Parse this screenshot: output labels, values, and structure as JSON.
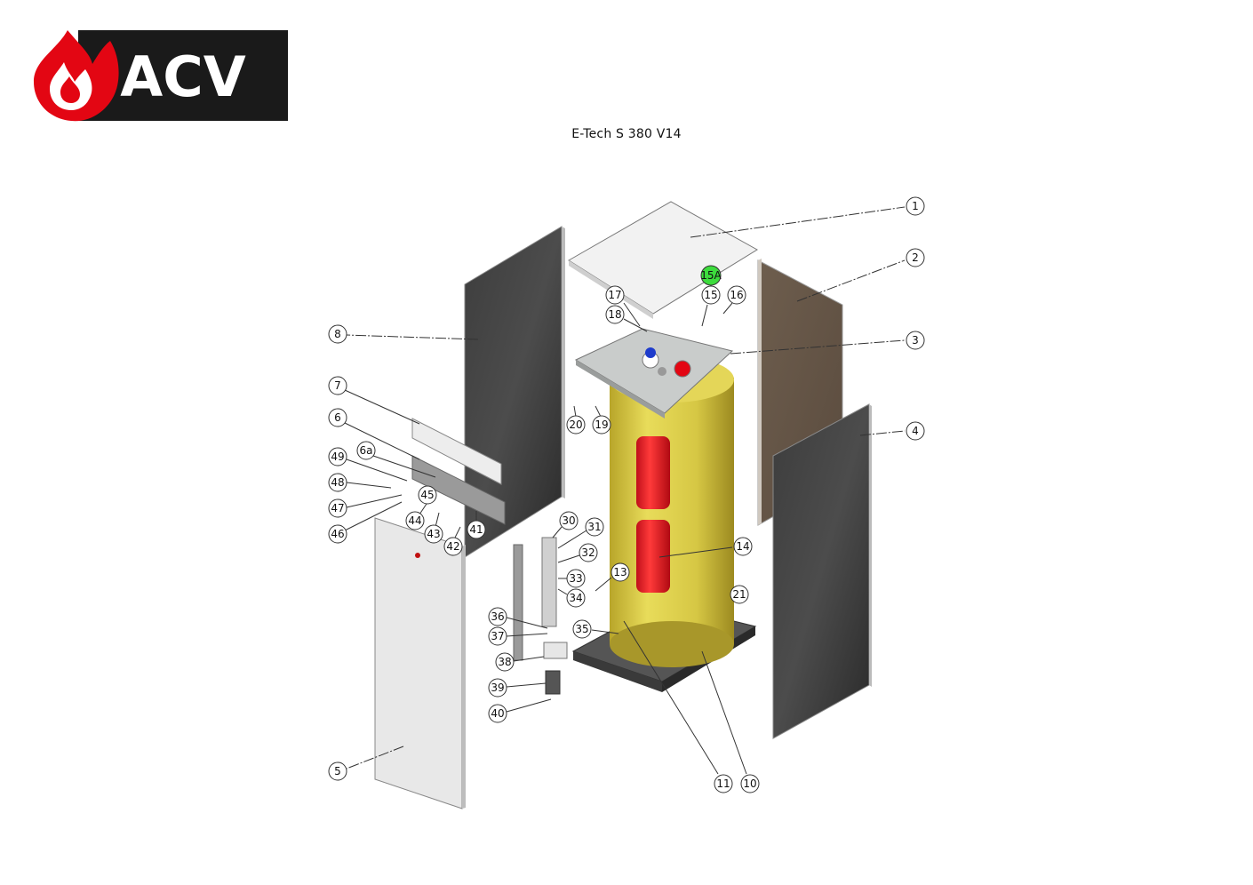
{
  "brand": {
    "name": "ACV",
    "colors": {
      "flame": "#e30613",
      "bar": "#1a1a1a",
      "text": "#ffffff"
    }
  },
  "title": "E-Tech S 380 V14",
  "highlight_color": "#3ddc3d",
  "callouts": [
    {
      "id": "c1",
      "label": "1"
    },
    {
      "id": "c2",
      "label": "2"
    },
    {
      "id": "c3",
      "label": "3"
    },
    {
      "id": "c4",
      "label": "4"
    },
    {
      "id": "c5",
      "label": "5"
    },
    {
      "id": "c6",
      "label": "6"
    },
    {
      "id": "c6a",
      "label": "6a"
    },
    {
      "id": "c7",
      "label": "7"
    },
    {
      "id": "c8",
      "label": "8"
    },
    {
      "id": "c10",
      "label": "10"
    },
    {
      "id": "c11",
      "label": "11"
    },
    {
      "id": "c13",
      "label": "13"
    },
    {
      "id": "c14",
      "label": "14"
    },
    {
      "id": "c15",
      "label": "15"
    },
    {
      "id": "c15a",
      "label": "15A",
      "highlight": true
    },
    {
      "id": "c16",
      "label": "16"
    },
    {
      "id": "c17",
      "label": "17"
    },
    {
      "id": "c18",
      "label": "18"
    },
    {
      "id": "c19",
      "label": "19"
    },
    {
      "id": "c20",
      "label": "20"
    },
    {
      "id": "c21",
      "label": "21"
    },
    {
      "id": "c30",
      "label": "30"
    },
    {
      "id": "c31",
      "label": "31"
    },
    {
      "id": "c32",
      "label": "32"
    },
    {
      "id": "c33",
      "label": "33"
    },
    {
      "id": "c34",
      "label": "34"
    },
    {
      "id": "c35",
      "label": "35"
    },
    {
      "id": "c36",
      "label": "36"
    },
    {
      "id": "c37",
      "label": "37"
    },
    {
      "id": "c38",
      "label": "38"
    },
    {
      "id": "c39",
      "label": "39"
    },
    {
      "id": "c40",
      "label": "40"
    },
    {
      "id": "c41",
      "label": "41"
    },
    {
      "id": "c42",
      "label": "42"
    },
    {
      "id": "c43",
      "label": "43"
    },
    {
      "id": "c44",
      "label": "44"
    },
    {
      "id": "c45",
      "label": "45"
    },
    {
      "id": "c46",
      "label": "46"
    },
    {
      "id": "c47",
      "label": "47"
    },
    {
      "id": "c48",
      "label": "48"
    },
    {
      "id": "c49",
      "label": "49"
    }
  ]
}
